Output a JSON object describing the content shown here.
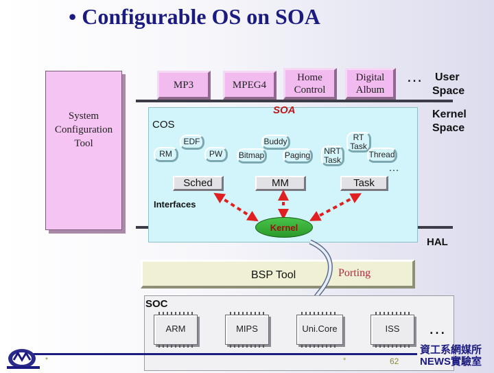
{
  "slide": {
    "title": "• Configurable OS on SOA",
    "footer_left": "*",
    "footer_page": "62",
    "footer_note": "*",
    "org_line1": "資工系網媒所",
    "org_line2": "NEWS實驗室"
  },
  "user_space": {
    "apps": [
      "MP3",
      "MPEG4",
      "Home\nControl",
      "Digital\nAlbum"
    ],
    "ellipsis": "…",
    "label_line1": "User",
    "label_line2": "Space"
  },
  "system_config_tool": "System\nConfiguration\nTool",
  "kernel_space": {
    "label_line1": "Kernel",
    "label_line2": "Space",
    "soa_label": "SOA",
    "cos_label": "COS",
    "sched_group": {
      "chips": [
        "EDF",
        "RM",
        "PW"
      ],
      "name": "Sched"
    },
    "mm_group": {
      "chips": [
        "Buddy",
        "Bitmap",
        "Paging"
      ],
      "name": "MM"
    },
    "task_group": {
      "chips": [
        "RT\nTask",
        "NRT\nTask",
        "Thread"
      ],
      "name": "Task"
    },
    "ellipsis": "…",
    "interfaces_label": "Interfaces",
    "kernel_label": "Kernel"
  },
  "hal_label": "HAL",
  "bsp": {
    "label": "BSP Tool",
    "porting_label": "Porting"
  },
  "soc": {
    "label": "SOC",
    "processors": [
      "ARM",
      "MIPS",
      "Uni.Core",
      "ISS"
    ],
    "ellipsis": "…"
  },
  "colors": {
    "title": "#1b1b80",
    "app_box": "#f2bbf0",
    "soa_region": "#d2f5fc",
    "kernel_node": "#2a9a2a",
    "arrows": "#e02020",
    "porting": "#b3283a"
  }
}
